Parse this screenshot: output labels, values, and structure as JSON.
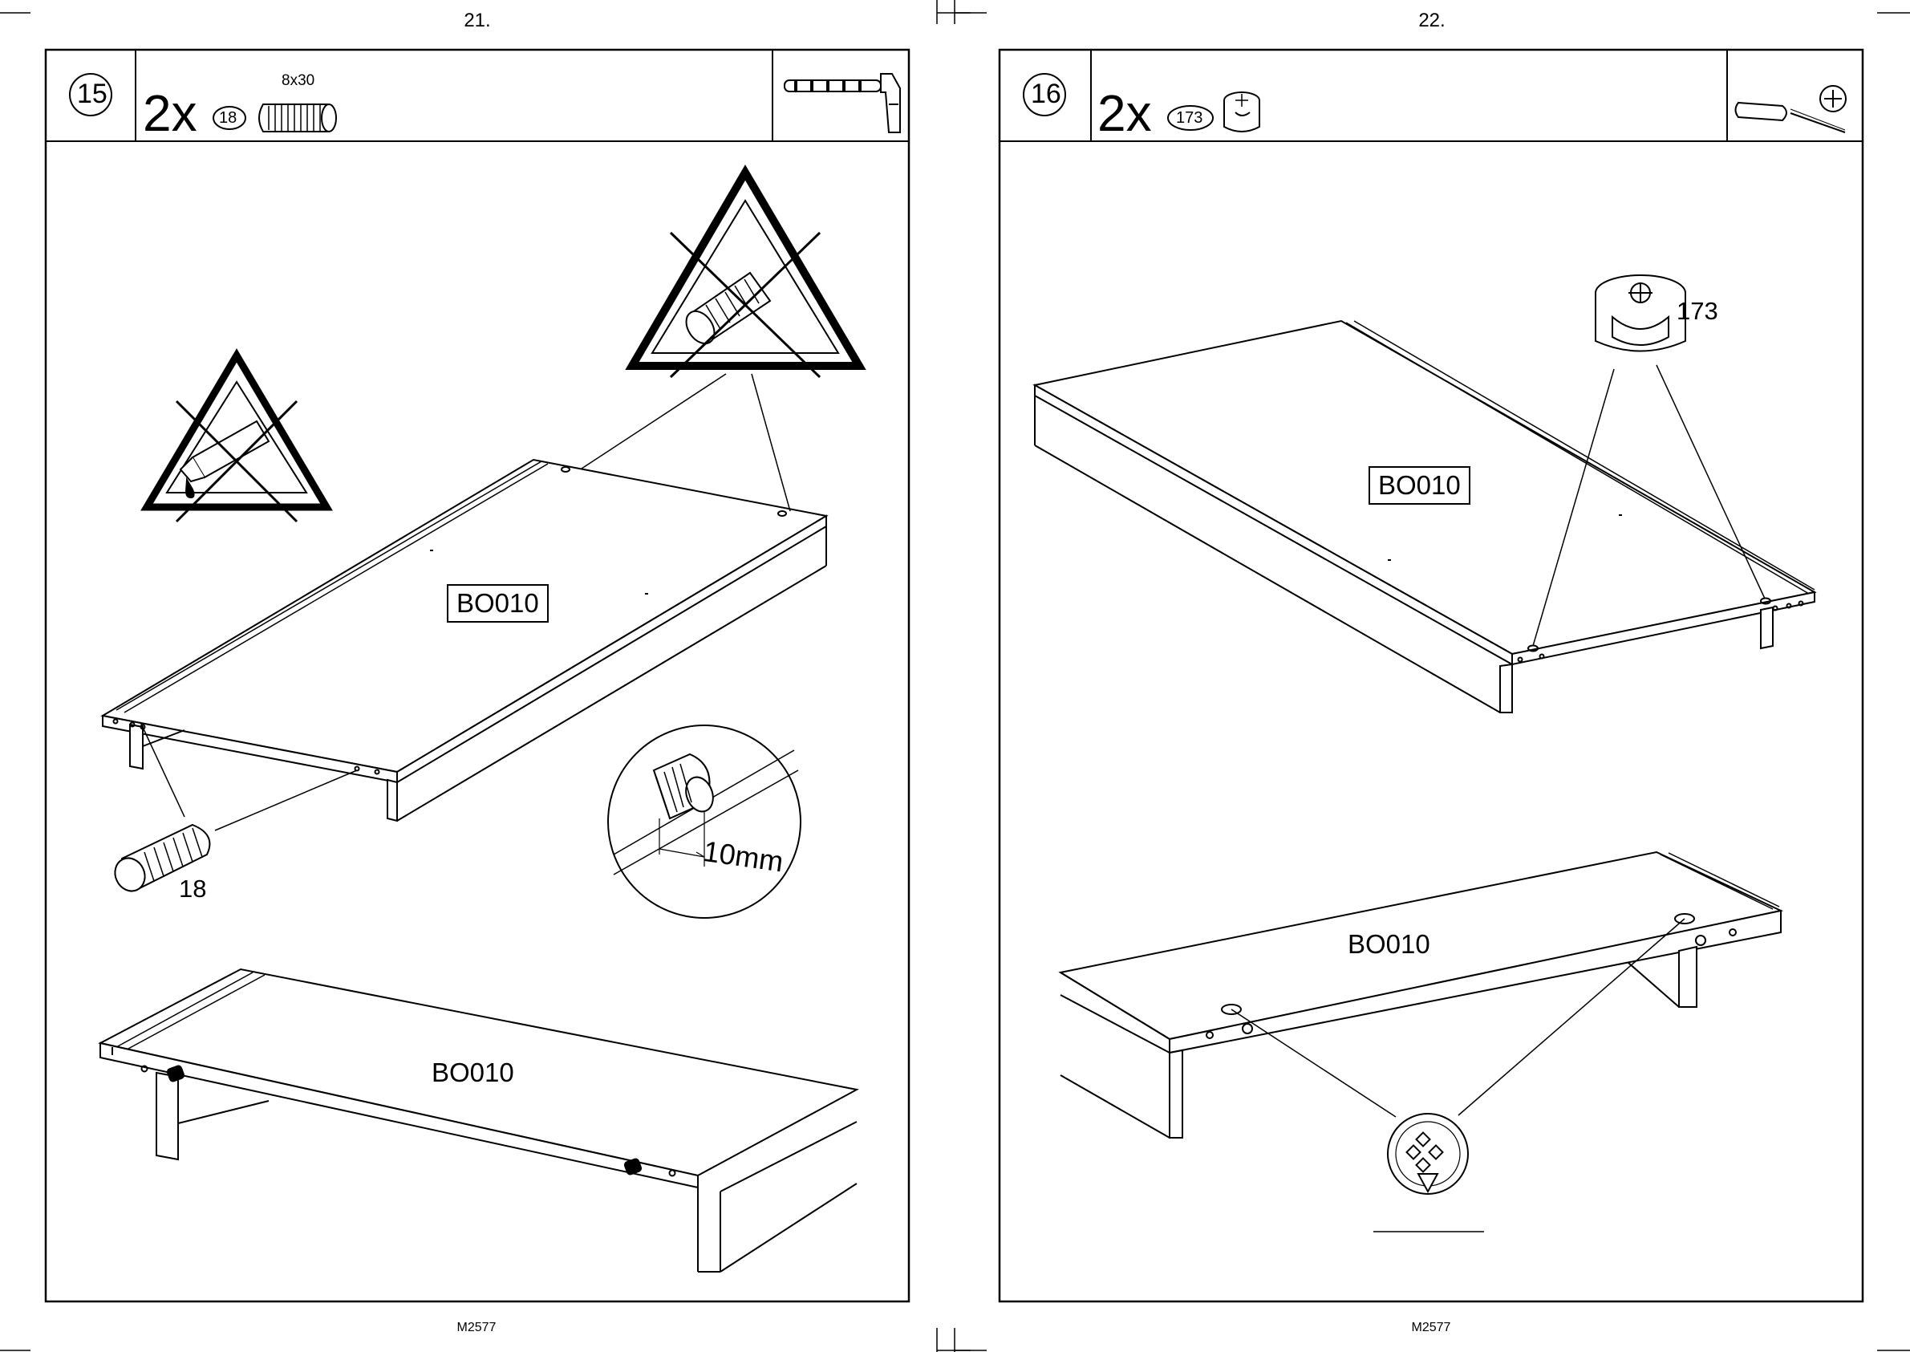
{
  "pages": [
    {
      "page_number": "21.",
      "footer_code": "M2577",
      "step": {
        "number": "15",
        "quantity": "2x",
        "part_badge": "18",
        "part_size": "8x30",
        "tool_icon": "hammer-icon",
        "prohibited_icons": [
          "glue-tube-icon",
          "dowel-icon"
        ],
        "callout_part": "18",
        "panel_label_boxed": "BO010",
        "panel_label_plain": "BO010",
        "depth_callout": "10mm"
      }
    },
    {
      "page_number": "22.",
      "footer_code": "M2577",
      "step": {
        "number": "16",
        "quantity": "2x",
        "part_badge": "173",
        "tool_icon": "phillips-screwdriver-icon",
        "callout_part": "173",
        "panel_label_boxed": "BO010",
        "panel_label_plain": "BO010"
      }
    }
  ]
}
